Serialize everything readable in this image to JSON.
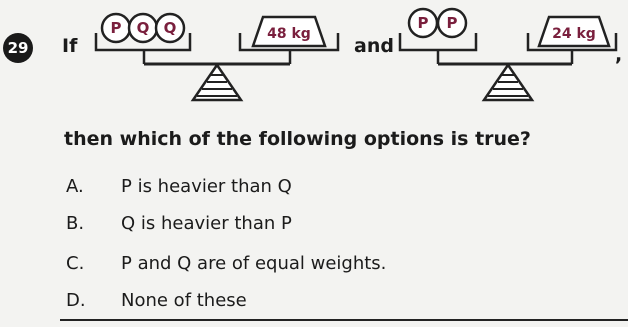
{
  "question": {
    "number": "29",
    "if_word": "If",
    "and_word": "and",
    "comma": ",",
    "prompt": "then which of the following options is true?"
  },
  "balance1": {
    "left_pans": [
      "P",
      "Q",
      "Q"
    ],
    "right_weight": "48 kg"
  },
  "balance2": {
    "left_pans": [
      "P",
      "P"
    ],
    "right_weight": "24 kg"
  },
  "options": [
    {
      "letter": "A.",
      "text": "P is heavier than Q"
    },
    {
      "letter": "B.",
      "text": "Q is heavier than P"
    },
    {
      "letter": "C.",
      "text": "P and Q are of equal weights."
    },
    {
      "letter": "D.",
      "text": "None of these"
    }
  ],
  "colors": {
    "accent": "#7a1f3d",
    "text": "#1b1b1b",
    "badge": "#1a1a1a"
  }
}
